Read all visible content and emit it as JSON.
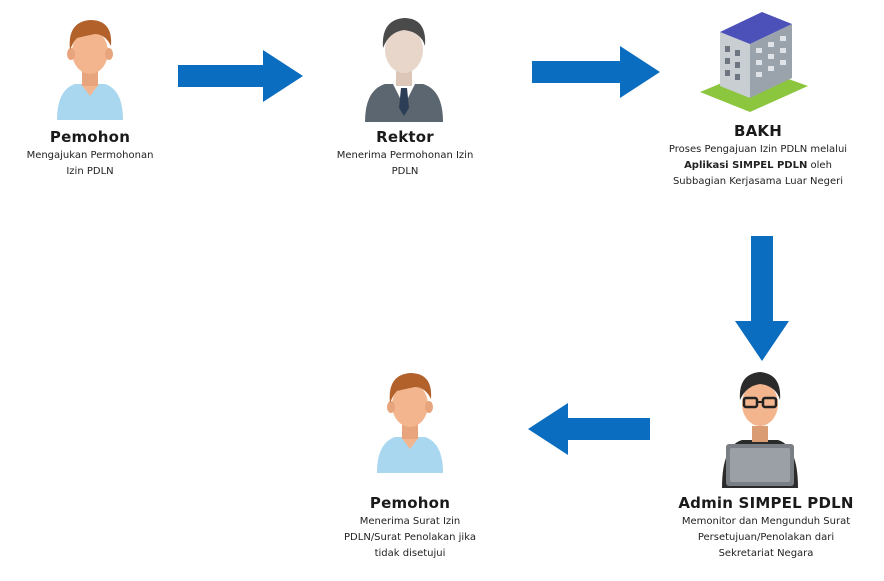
{
  "nodes": {
    "pemohon_start": {
      "title": "Pemohon",
      "desc_lines": [
        "Mengajukan Permohonan",
        "Izin PDLN"
      ]
    },
    "rektor": {
      "title": "Rektor",
      "desc_lines": [
        "Menerima Permohonan Izin",
        "PDLN"
      ]
    },
    "bakh": {
      "title": "BAKH",
      "desc_line1": "Proses Pengajuan Izin PDLN melalui",
      "desc_bold": "Aplikasi SIMPEL PDLN",
      "desc_line2_tail": " oleh",
      "desc_line3": "Subbagian Kerjasama Luar Negeri"
    },
    "admin": {
      "title": "Admin SIMPEL PDLN",
      "desc_lines": [
        "Memonitor dan Mengunduh Surat",
        "Persetujuan/Penolakan dari",
        "Sekretariat Negara"
      ]
    },
    "pemohon_end": {
      "title": "Pemohon",
      "desc_lines": [
        "Menerima Surat Izin",
        "PDLN/Surat Penolakan jika",
        "tidak disetujui"
      ]
    }
  },
  "colors": {
    "arrow": "#0b6dbf",
    "skin": "#f2b58e",
    "hair": "#b2612a",
    "shirt_light": "#a9d7f0",
    "suit": "#5b6670",
    "building": "#9aa3ab",
    "roof": "#4b51b8",
    "grass": "#8cc63f"
  }
}
